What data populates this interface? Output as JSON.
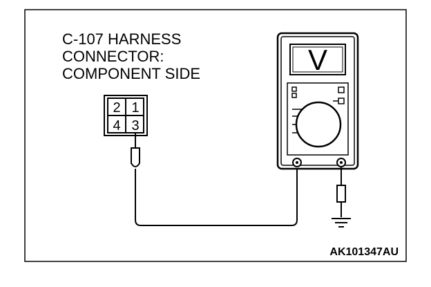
{
  "diagram": {
    "title_lines": [
      "C-107 HARNESS",
      "CONNECTOR:",
      "COMPONENT SIDE"
    ],
    "connector_pins": [
      "2",
      "1",
      "4",
      "3"
    ],
    "meter_display_symbol": "V",
    "figure_code": "AK101347AU"
  },
  "icons": {
    "meter": "voltmeter-icon",
    "ground": "ground-icon",
    "probe": "test-probe-icon"
  }
}
